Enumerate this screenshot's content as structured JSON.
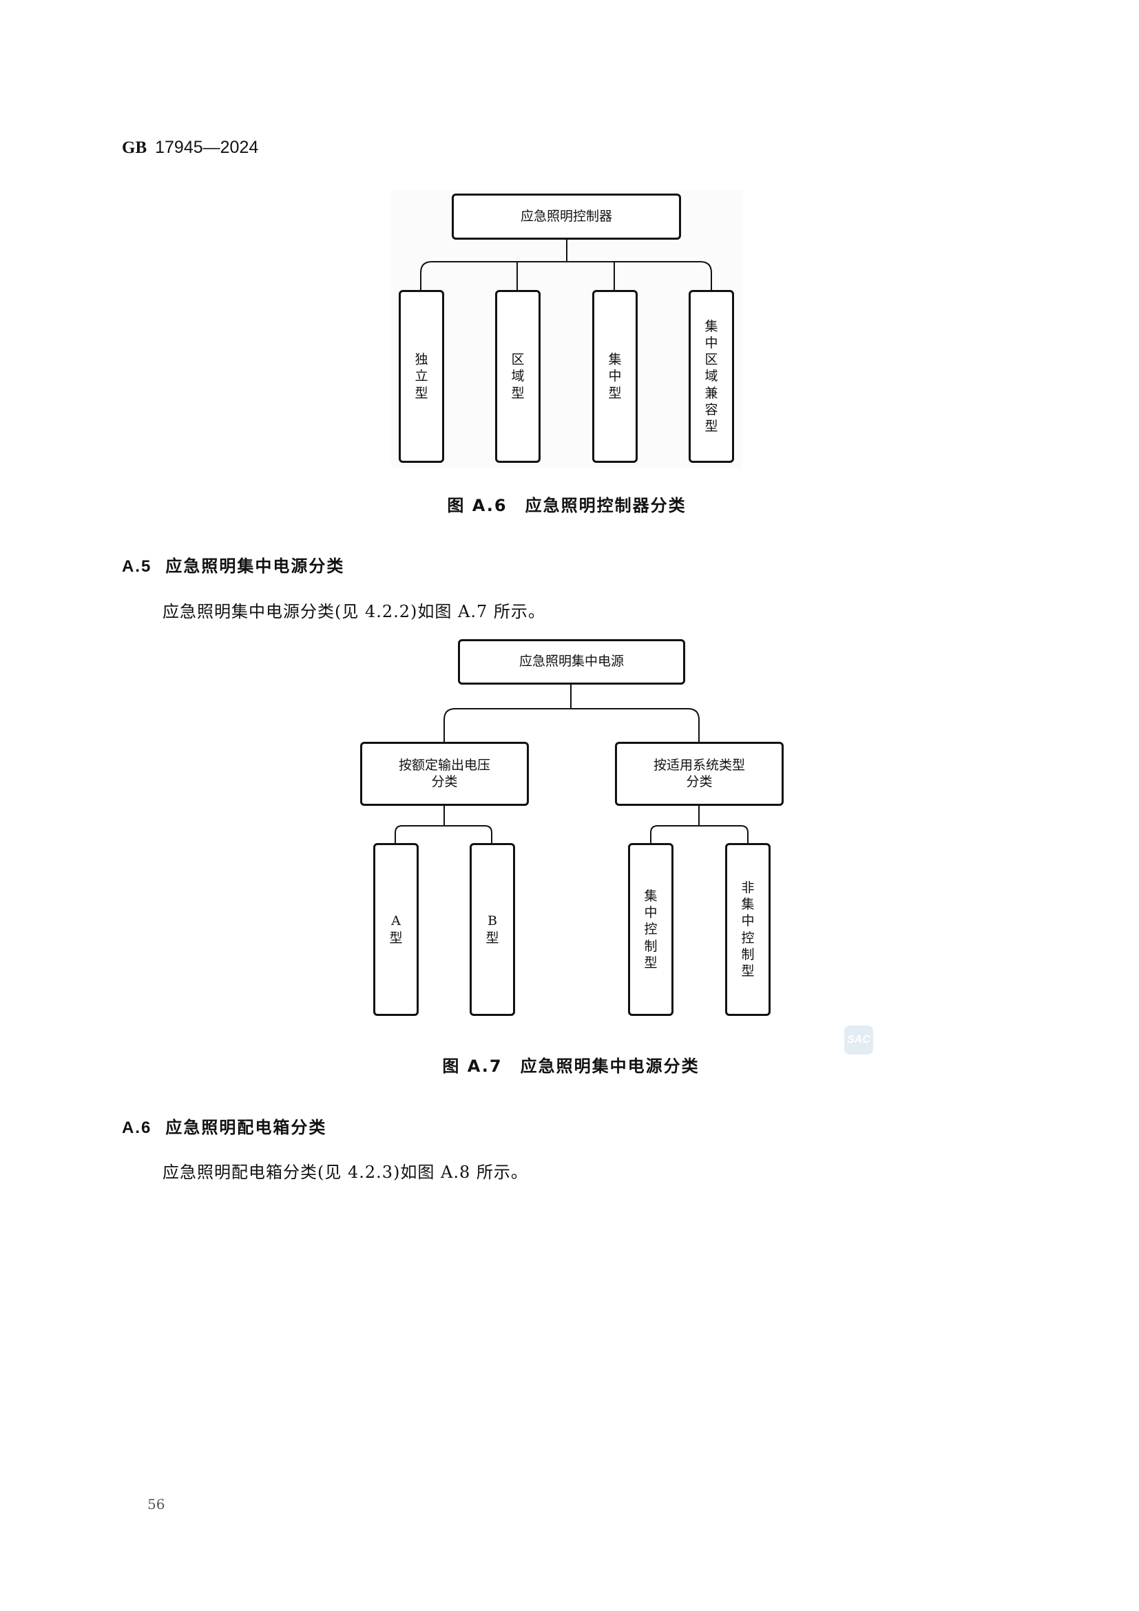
{
  "header": {
    "code": "GB",
    "number": "17945—2024"
  },
  "figure_a6": {
    "root": "应急照明控制器",
    "children": [
      "独立型",
      "区域型",
      "集中型",
      "集中区域兼容型"
    ],
    "caption": "图 A.6　应急照明控制器分类"
  },
  "section_a5": {
    "number": "A.5",
    "title": "应急照明集中电源分类",
    "paragraph": "应急照明集中电源分类(见 4.2.2)如图 A.7 所示。"
  },
  "figure_a7": {
    "root": "应急照明集中电源",
    "branches": [
      {
        "label_line1": "按额定输出电压",
        "label_line2": "分类",
        "children": [
          "A型",
          "B型"
        ]
      },
      {
        "label_line1": "按适用系统类型",
        "label_line2": "分类",
        "children": [
          "集中控制型",
          "非集中控制型"
        ]
      }
    ],
    "caption": "图 A.7　应急照明集中电源分类"
  },
  "section_a6": {
    "number": "A.6",
    "title": "应急照明配电箱分类",
    "paragraph": "应急照明配电箱分类(见 4.2.3)如图 A.8 所示。"
  },
  "watermark": "SAC",
  "page_number": "56"
}
